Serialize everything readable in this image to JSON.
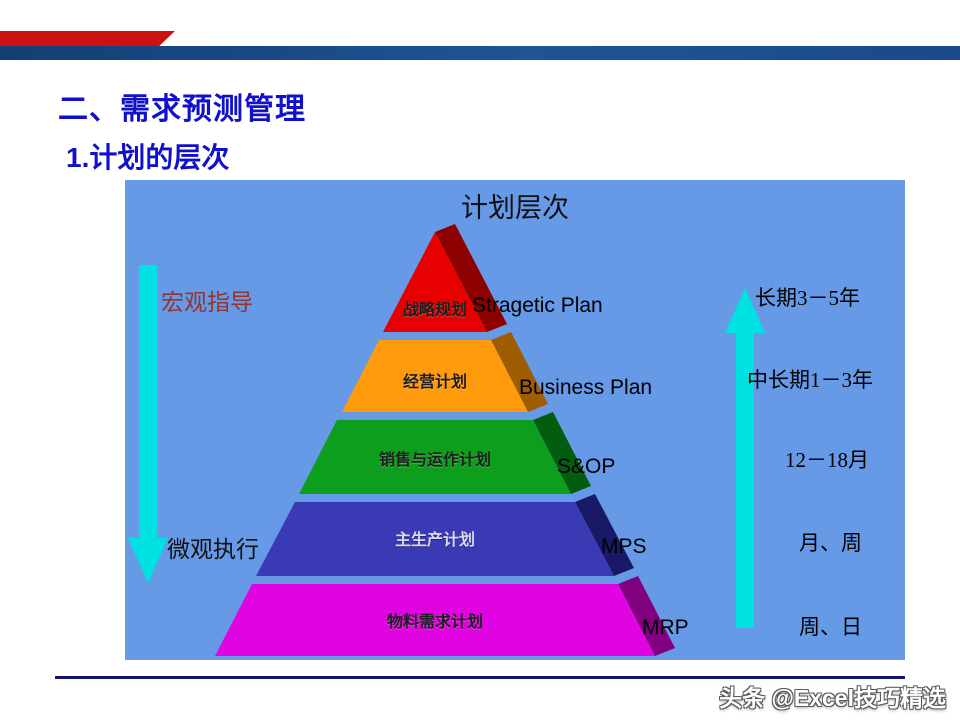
{
  "slide": {
    "title": "二、需求预测管理",
    "subtitle": "1.计划的层次"
  },
  "diagram": {
    "title": "计划层次",
    "panel_color": "#6699e6",
    "arrow_color": "#00e2e2",
    "levels": [
      {
        "name": "战略规划",
        "en": "Stragetic Plan",
        "duration": "长期3－5年",
        "color": "#e60000",
        "side_color": "#8d0000"
      },
      {
        "name": "经营计划",
        "en": "Business Plan",
        "duration": "中长期1－3年",
        "color": "#ff9a0d",
        "side_color": "#a05c00"
      },
      {
        "name": "销售与运作计划",
        "en": "S&OP",
        "duration": "12－18月",
        "color": "#0d9e1d",
        "side_color": "#045c0e"
      },
      {
        "name": "主生产计划",
        "en": "MPS",
        "duration": "月、周",
        "color": "#3a3ab4",
        "side_color": "#191966"
      },
      {
        "name": "物料需求计划",
        "en": "MRP",
        "duration": "周、日",
        "color": "#e004e0",
        "side_color": "#800080"
      }
    ],
    "left_arrow": {
      "top_label": "宏观指导",
      "bottom_label": "微观执行"
    }
  },
  "watermark": "头条 @Excel技巧精选"
}
